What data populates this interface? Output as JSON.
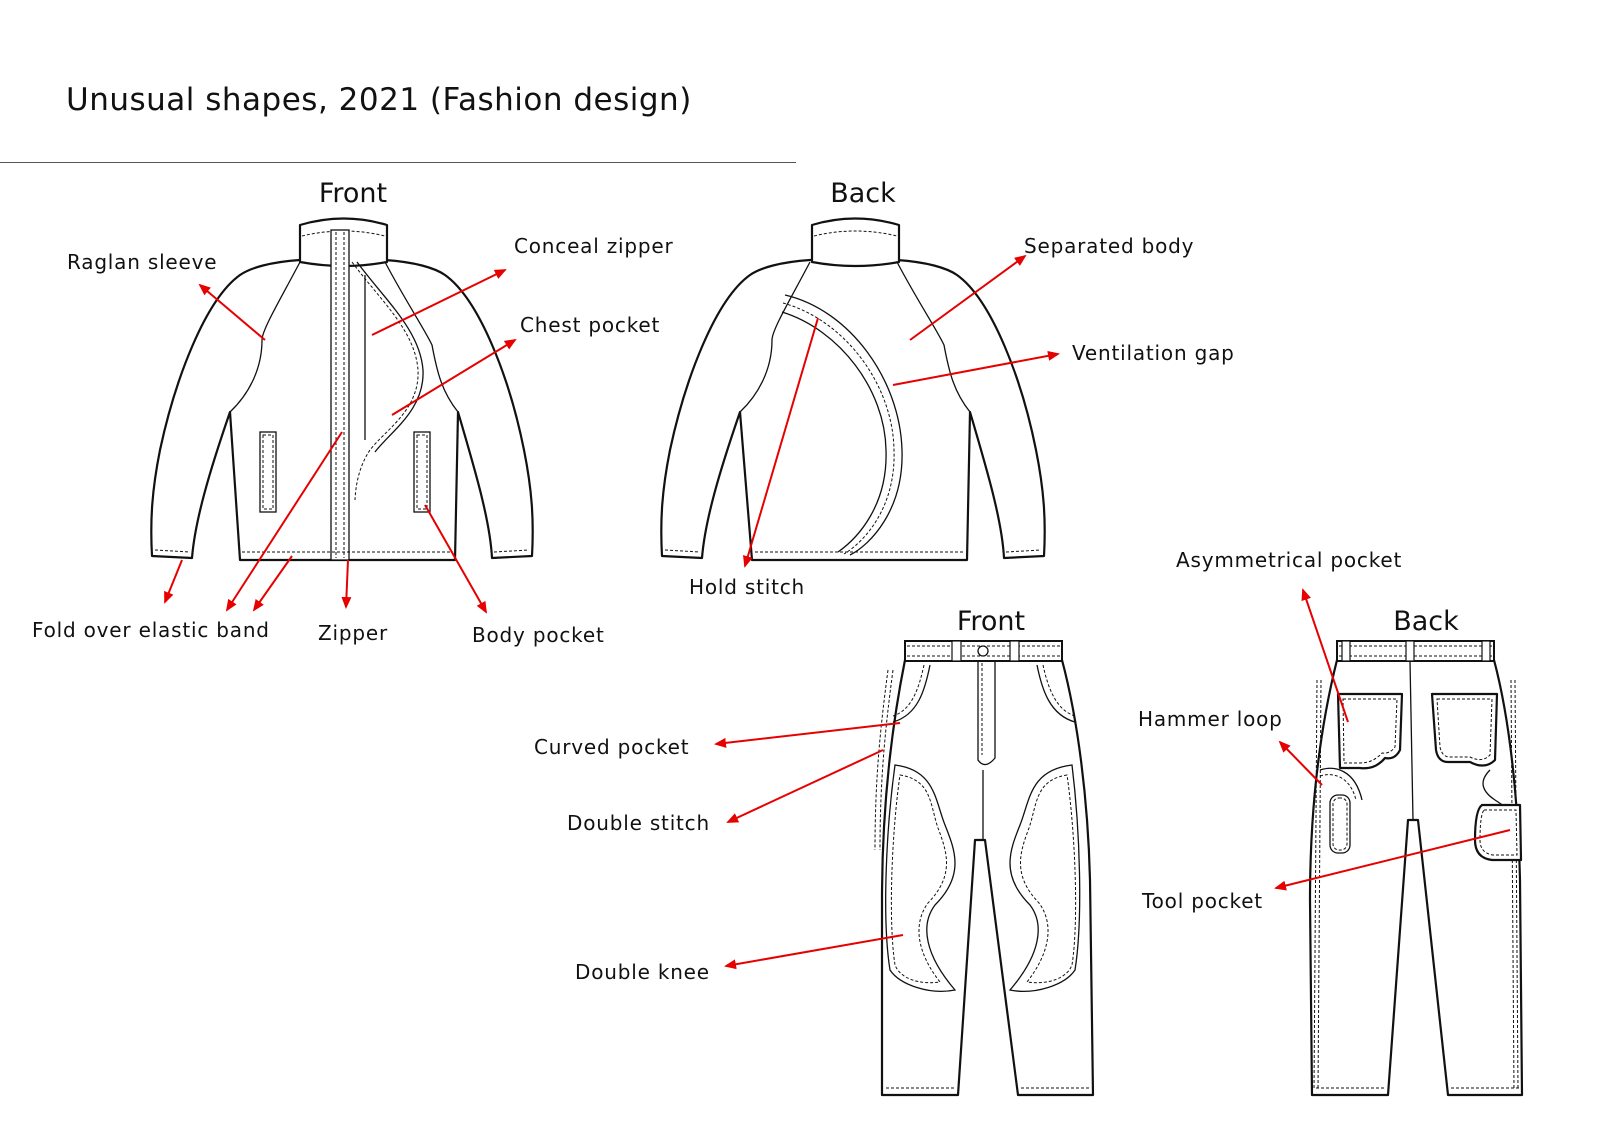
{
  "title": "Unusual shapes, 2021 (Fashion design)",
  "accent_color": "#e60000",
  "views": {
    "jacket_front": "Front",
    "jacket_back": "Back",
    "pants_front": "Front",
    "pants_back": "Back"
  },
  "labels": {
    "raglan_sleeve": "Raglan sleeve",
    "conceal_zipper": "Conceal zipper",
    "chest_pocket": "Chest pocket",
    "fold_over_elastic_band": "Fold over elastic band",
    "zipper": "Zipper",
    "body_pocket": "Body pocket",
    "separated_body": "Separated body",
    "ventilation_gap": "Ventilation gap",
    "hold_stitch": "Hold stitch",
    "asymmetrical_pocket": "Asymmetrical pocket",
    "hammer_loop": "Hammer loop",
    "tool_pocket": "Tool pocket",
    "curved_pocket": "Curved pocket",
    "double_stitch": "Double stitch",
    "double_knee": "Double knee"
  }
}
